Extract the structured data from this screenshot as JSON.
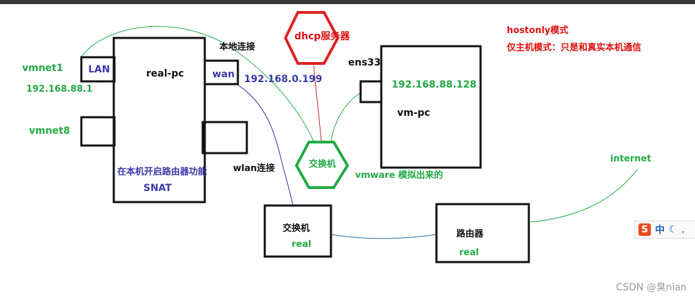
{
  "labels": {
    "vmnet1": "vmnet1",
    "vmnet1_ip": "192.168.88.1",
    "vmnet8": "vmnet8",
    "lan": "LAN",
    "real_pc": "real-pc",
    "wan": "wan",
    "local_conn": "本地连接",
    "wan_ip": "192.168.0.199",
    "wlan_conn": "wlan连接",
    "router_note": "在本机开启路由器功能",
    "snat": "SNAT",
    "dhcp": "dhcp服务器",
    "ens33": "ens33",
    "vm_ip": "192.168.88.128",
    "vm_pc": "vm-pc",
    "vswitch": "交换机",
    "vmware_note": "vmware 模拟出来的",
    "hostonly_title": "hostonly模式",
    "hostonly_desc": "仅主机模式：只是和真实本机通信",
    "internet": "internet",
    "real_switch": "交换机",
    "real_switch_sub": "real",
    "router": "路由器",
    "router_sub": "real"
  },
  "ime": {
    "logo": "S",
    "lang": "中",
    "moon": "☾",
    "dot": ","
  },
  "watermark": "CSDN @臭nian",
  "colors": {
    "green": "#22aa44",
    "blue": "#3a3aaa",
    "red": "#dd1111",
    "black": "#111111"
  }
}
